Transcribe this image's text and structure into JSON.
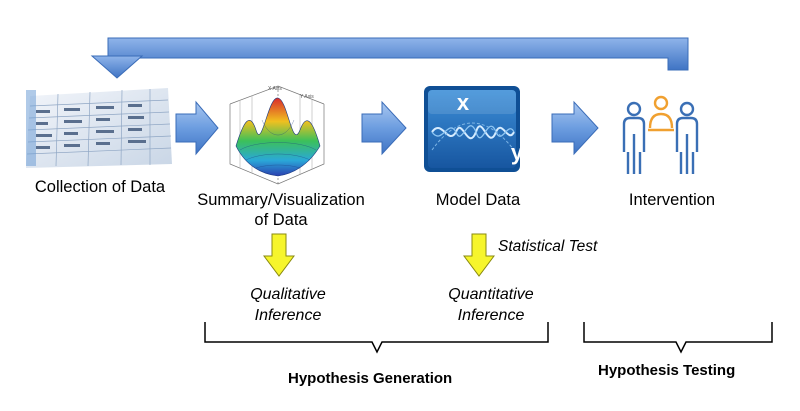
{
  "stages": [
    {
      "label": "Collection of Data",
      "icon": "spreadsheet-icon"
    },
    {
      "label_lines": [
        "Summary/Visualization",
        "of Data"
      ],
      "icon": "3d-surface-plot-icon"
    },
    {
      "label": "Model Data",
      "icon": "xy-wave-model-icon"
    },
    {
      "label": "Intervention",
      "icon": "people-group-icon"
    }
  ],
  "model_icon": {
    "x_letter": "x",
    "y_letter": "y"
  },
  "inferences": {
    "qualitative": [
      "Qualitative",
      "Inference"
    ],
    "quantitative": [
      "Quantitative",
      "Inference"
    ]
  },
  "statistical_test": "Statistical Test",
  "groups": {
    "generation": "Hypothesis Generation",
    "testing": "Hypothesis Testing"
  },
  "colors": {
    "flow_arrow": "#5b8fd8",
    "inference_arrow": "#f5f52a",
    "model_tile": "#1f6db8",
    "person_blue": "#3a6fb5",
    "person_orange": "#f0a030"
  }
}
